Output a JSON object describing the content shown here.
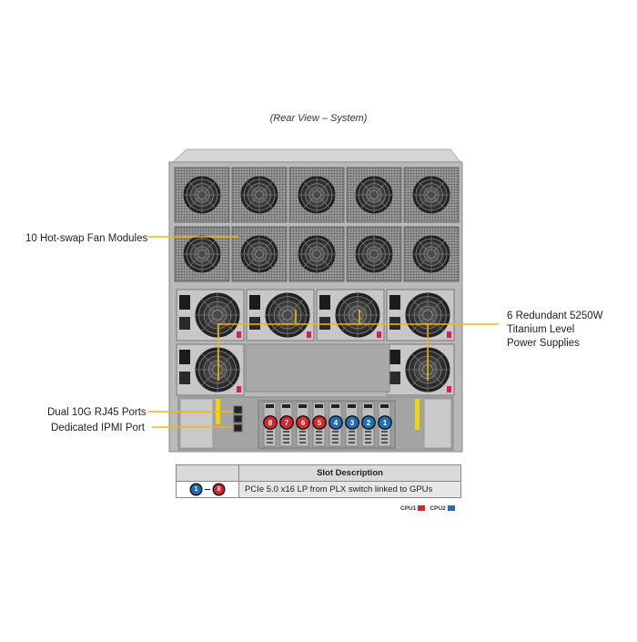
{
  "caption": "(Rear View – System)",
  "callouts": {
    "fans": "10 Hot-swap Fan Modules",
    "psu_line1": "6 Redundant 5250W",
    "psu_line2": "Titanium Level",
    "psu_line3": "Power Supplies",
    "rj45": "Dual 10G RJ45 Ports",
    "ipmi": "Dedicated IPMI Port"
  },
  "slot_badges": [
    {
      "label": "8",
      "cpu": "CPU1"
    },
    {
      "label": "7",
      "cpu": "CPU1"
    },
    {
      "label": "6",
      "cpu": "CPU1"
    },
    {
      "label": "5",
      "cpu": "CPU1"
    },
    {
      "label": "4",
      "cpu": "CPU2"
    },
    {
      "label": "3",
      "cpu": "CPU2"
    },
    {
      "label": "2",
      "cpu": "CPU2"
    },
    {
      "label": "1",
      "cpu": "CPU2"
    }
  ],
  "table": {
    "header": "Slot Description",
    "range_start": "1",
    "range_end": "8",
    "row_desc": "PCIe 5.0 x16 LP from PLX switch linked to GPUs"
  },
  "legend": {
    "cpu1_label": "CPU1",
    "cpu2_label": "CPU2"
  },
  "colors": {
    "cpu1": "#d9262c",
    "cpu2": "#1f6fb8",
    "callout_line": "#f2b705",
    "chassis": "#b9b9b9"
  }
}
